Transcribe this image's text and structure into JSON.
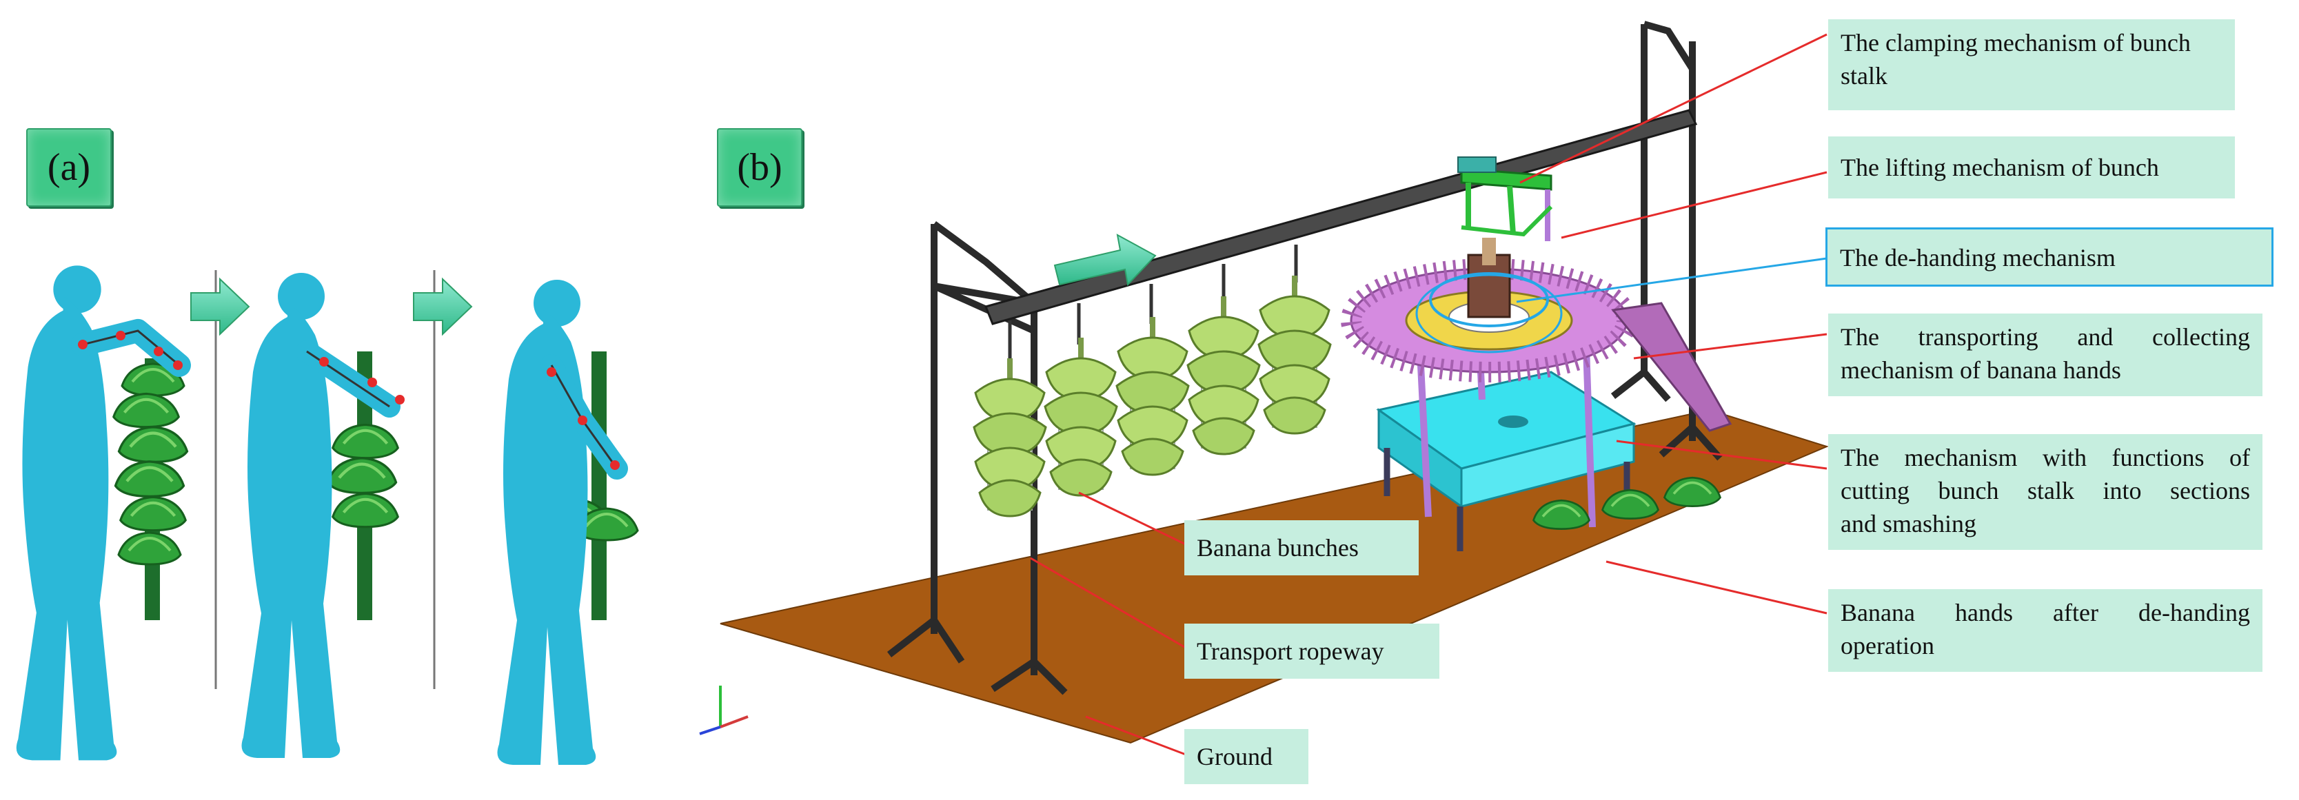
{
  "panels": [
    {
      "tag": "(a)"
    },
    {
      "tag": "(b)"
    }
  ],
  "labels": {
    "clamping_line1": "The clamping mechanism of bunch",
    "clamping_line2": "stalk",
    "lifting": "The lifting mechanism of bunch",
    "dehanding": "The de-handing mechanism",
    "transporting_line1": "The transporting and collecting",
    "transporting_line2": "mechanism of banana hands",
    "cutting_line1": "The mechanism with functions of",
    "cutting_line2": "cutting bunch stalk into sections",
    "cutting_line3": "and smashing",
    "hands_after_line1": "Banana hands after de-handing",
    "hands_after_line2": "operation",
    "bunches": "Banana bunches",
    "ropeway": "Transport ropeway",
    "ground": "Ground"
  },
  "colors": {
    "human": "#2bb8d8",
    "stalk": "#1d6e2c",
    "banana": "#2fa33a",
    "joint": "#e52b2b",
    "ground": "#a85a12",
    "frame": "#2a2a2a",
    "table": "#39e1ee",
    "ring": "#d58be0",
    "leader": "#e52b2b",
    "highlight": "#25a7e6",
    "label_bg": "#c6eedf",
    "tag_bg": "#3fc888"
  },
  "icons": [
    "progress-arrow-icon",
    "axis-triad-icon"
  ]
}
